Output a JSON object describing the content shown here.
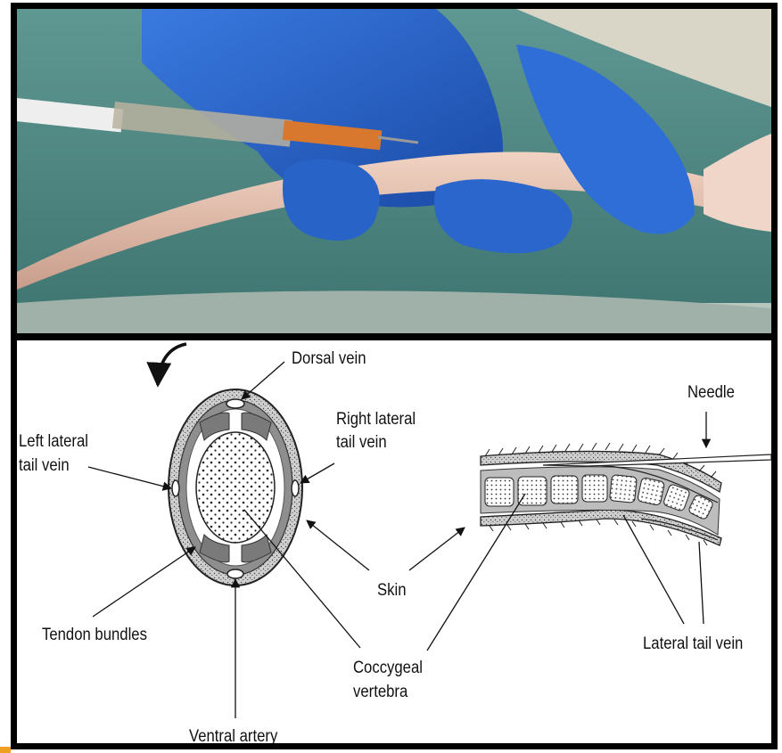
{
  "photo": {
    "scene": "gloved hand injecting into a rat tail vein with a syringe"
  },
  "diagram": {
    "labels": {
      "dorsal_vein": "Dorsal vein",
      "right_lateral_1": "Right lateral",
      "right_lateral_2": "tail vein",
      "left_lateral_1": "Left lateral",
      "left_lateral_2": "tail vein",
      "needle": "Needle",
      "skin": "Skin",
      "tendon_bundles": "Tendon bundles",
      "coccygeal_1": "Coccygeal",
      "coccygeal_2": "vertebra",
      "lateral_tail_vein": "Lateral tail vein",
      "ventral_artery": "Ventral artery"
    }
  },
  "colors": {
    "glove": "#1f5fc4",
    "drape": "#4f8a86",
    "tail": "#e7c2b0",
    "frame": "#000000"
  }
}
